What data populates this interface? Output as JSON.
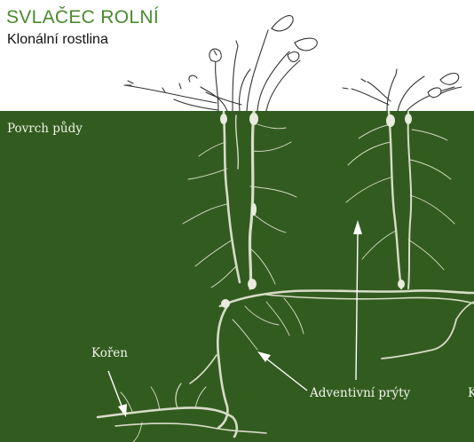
{
  "title": "SVLAČEC ROLNÍ",
  "subtitle": "Klonální rostlina",
  "labels": {
    "soil_surface": "Povrch půdy",
    "root": "Kořen",
    "adventitious_shoots": "Adventivní prýty",
    "cut_off": "K"
  },
  "colors": {
    "soil": "#325c1f",
    "title_green": "#4a8a2e",
    "root_line": "#d8dcc8",
    "arrow": "#ffffff"
  }
}
